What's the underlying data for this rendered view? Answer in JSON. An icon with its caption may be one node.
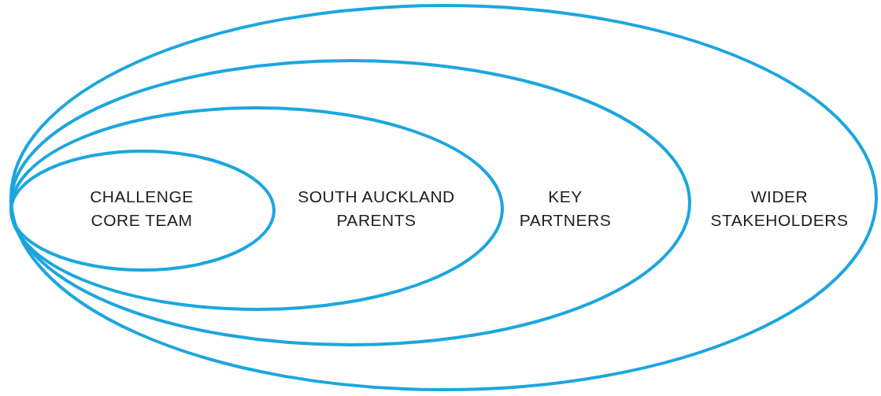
{
  "diagram": {
    "nodes": [
      {
        "text": [
          "WIDER STAKEHOLDERS"
        ]
      },
      {
        "text": [
          "KEY PARTNERS"
        ],
        "in": 0
      },
      {
        "text": [
          "SOUTH AUCKLAND PARENTS"
        ],
        "in": 1
      },
      {
        "text": [
          "CHALLENGE CORE TEAM"
        ],
        "in": 2
      }
    ]
  }
}
